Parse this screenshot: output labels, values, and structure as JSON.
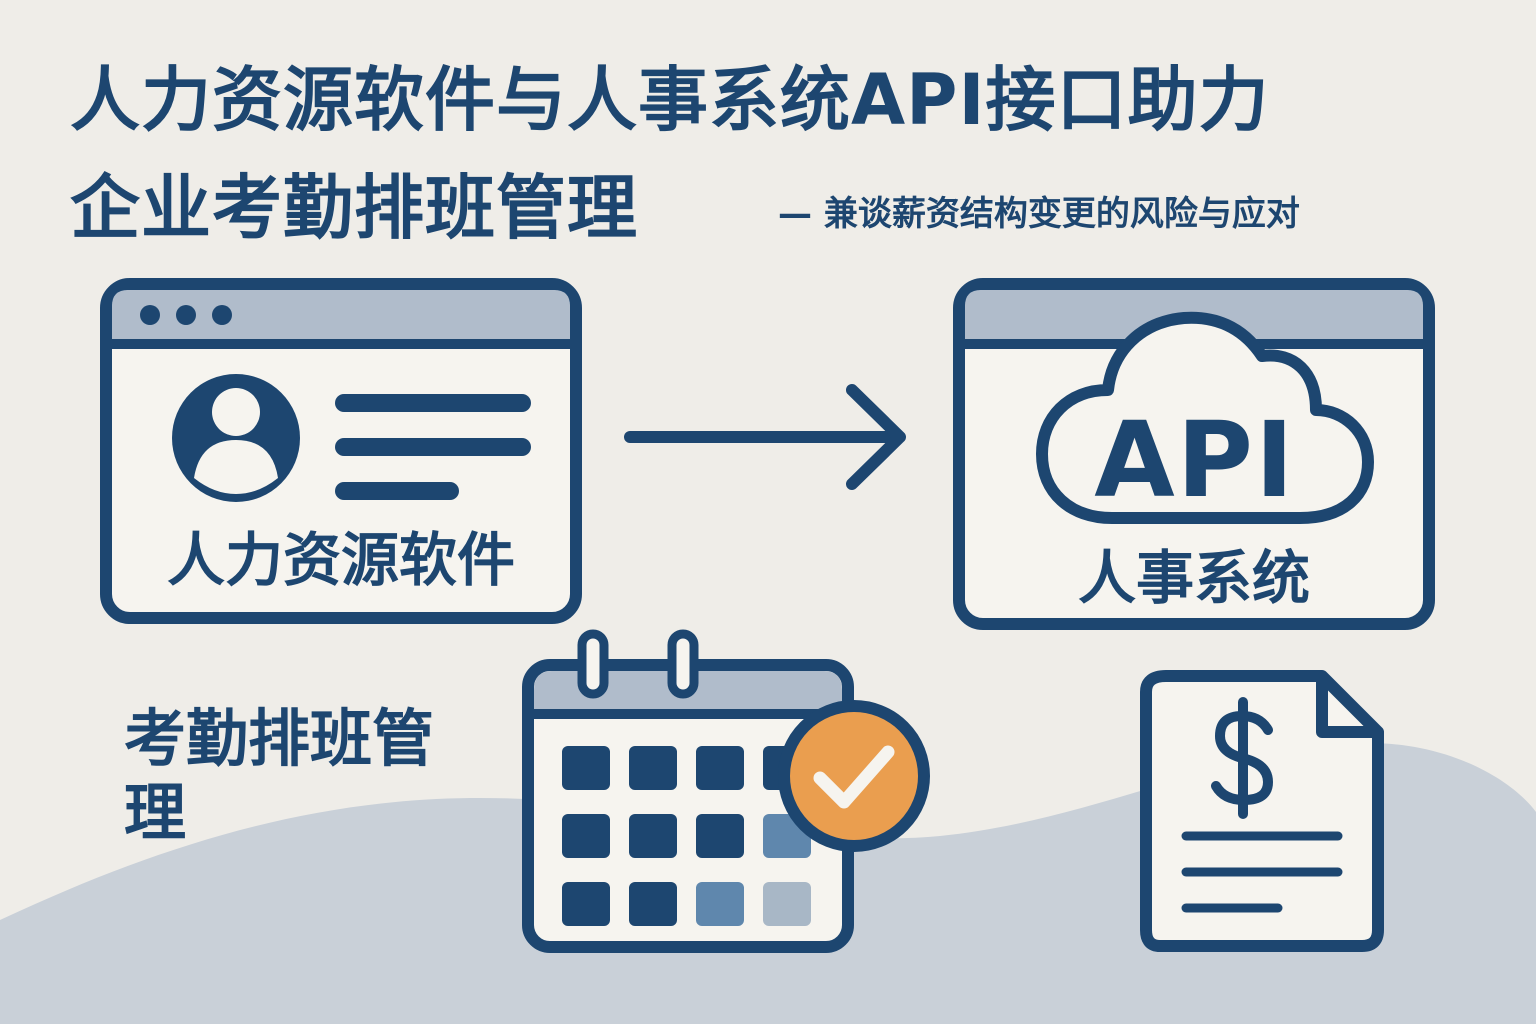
{
  "title": {
    "line1": "人力资源软件与人事系统API接口助力",
    "line2": "企业考勤排班管理",
    "subtitle": "— 兼谈薪资结构变更的风险与应对"
  },
  "hr_software": {
    "label": "人力资源软件"
  },
  "hr_system": {
    "label": "人事系统",
    "api_text": "API"
  },
  "schedule": {
    "label": "考勤排班管理"
  },
  "colors": {
    "navy": "#1d4670",
    "bar_blue": "#b0bccb",
    "light_panel": "#f6f4ef",
    "background": "#efede8",
    "wave": "#c9d0d8",
    "orange": "#ea9e4f",
    "mid_blue": "#5f87ad",
    "light_blue": "#a8b7c6"
  },
  "icons": [
    "user-avatar-icon",
    "arrow-right-icon",
    "cloud-icon",
    "calendar-icon",
    "check-icon",
    "document-dollar-icon"
  ]
}
